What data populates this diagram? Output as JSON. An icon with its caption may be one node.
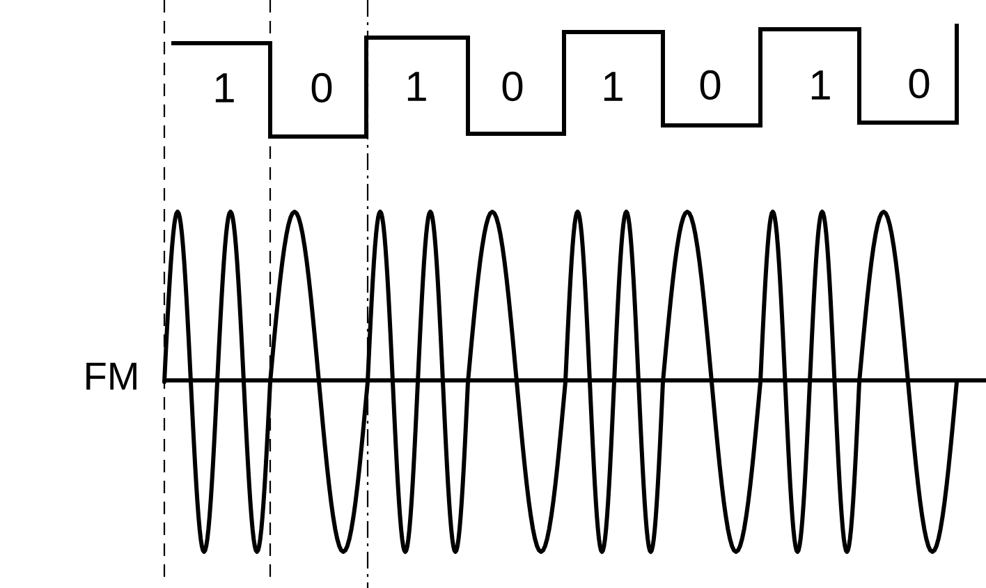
{
  "diagram": {
    "labels": [
      "1",
      "0",
      "1",
      "0",
      "1",
      "0",
      "1",
      "0",
      "FM"
    ]
  }
}
